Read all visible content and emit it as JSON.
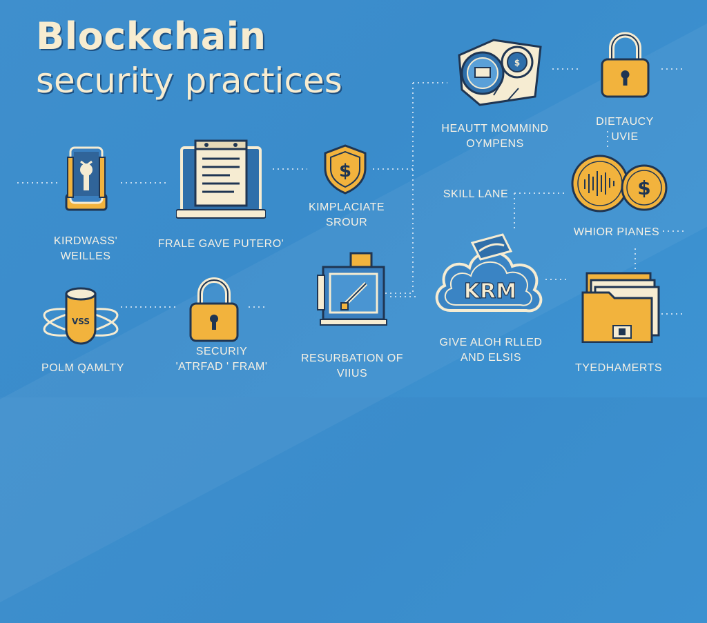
{
  "title": {
    "line1": "Blockchain",
    "line2": "security practices"
  },
  "colors": {
    "background": "#3f8fcd",
    "ink": "#1f3552",
    "accent": "#f2b33d",
    "cream": "#f6ecd2",
    "line": "#dde9f5"
  },
  "items": [
    {
      "id": "kirdwass",
      "lines": [
        "KIRDWASS'",
        "WEILLES"
      ],
      "icon": "phone-wallet-icon"
    },
    {
      "id": "frale",
      "lines": [
        "FRALE GAVE PUTERO'"
      ],
      "icon": "laptop-document-icon"
    },
    {
      "id": "kimplaciate",
      "lines": [
        "KIMPLACIATE",
        "SROUR"
      ],
      "icon": "dollar-shield-icon"
    },
    {
      "id": "heautt",
      "lines": [
        "HEAUTT MOMMIND",
        "OYMPENS"
      ],
      "icon": "map-cards-icon"
    },
    {
      "id": "dietaucy",
      "lines": [
        "DIETAUCY",
        "UVIE"
      ],
      "icon": "padlock-icon"
    },
    {
      "id": "skill",
      "lines": [
        "SKILL LANE"
      ],
      "icon": ""
    },
    {
      "id": "whior",
      "lines": [
        "WHIOR PIANES"
      ],
      "icon": "coins-icon"
    },
    {
      "id": "polm",
      "lines": [
        "POLM QAMLTY"
      ],
      "icon": "orbit-cup-icon",
      "badge": "VSS"
    },
    {
      "id": "secury",
      "lines": [
        "SECURIY",
        "'ATRFAD ' FRAM'"
      ],
      "icon": "padlock-icon"
    },
    {
      "id": "resurbation",
      "lines": [
        "RESURBATION OF",
        "VIIUS"
      ],
      "icon": "monitor-pen-icon"
    },
    {
      "id": "give",
      "lines": [
        "GIVE ALOH RLLED",
        "AND ELSIS"
      ],
      "icon": "cloud-krm-icon",
      "badge": "KRM"
    },
    {
      "id": "tyedhamerts",
      "lines": [
        "TYEDHAMERTS"
      ],
      "icon": "folder-stack-icon"
    }
  ]
}
